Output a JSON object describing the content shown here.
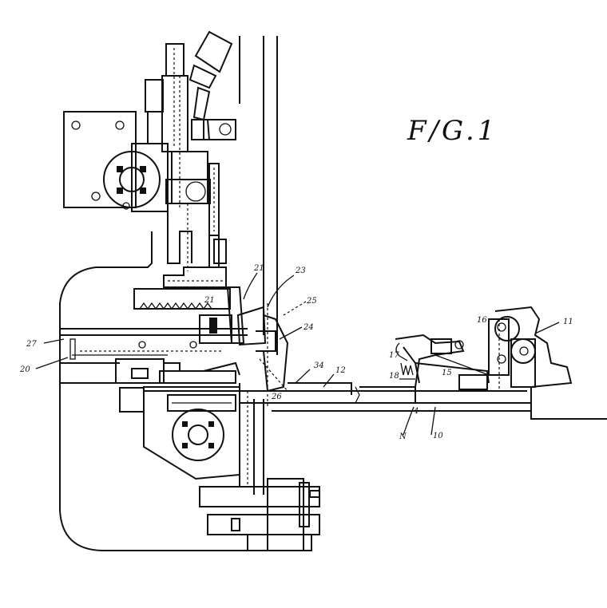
{
  "figure": {
    "title": "F/G.1",
    "reference_numerals": [
      "21",
      "23",
      "25",
      "24",
      "21",
      "27",
      "20",
      "16",
      "11",
      "17",
      "18",
      "34",
      "12",
      "15",
      "26",
      "10",
      "4",
      "N"
    ]
  }
}
